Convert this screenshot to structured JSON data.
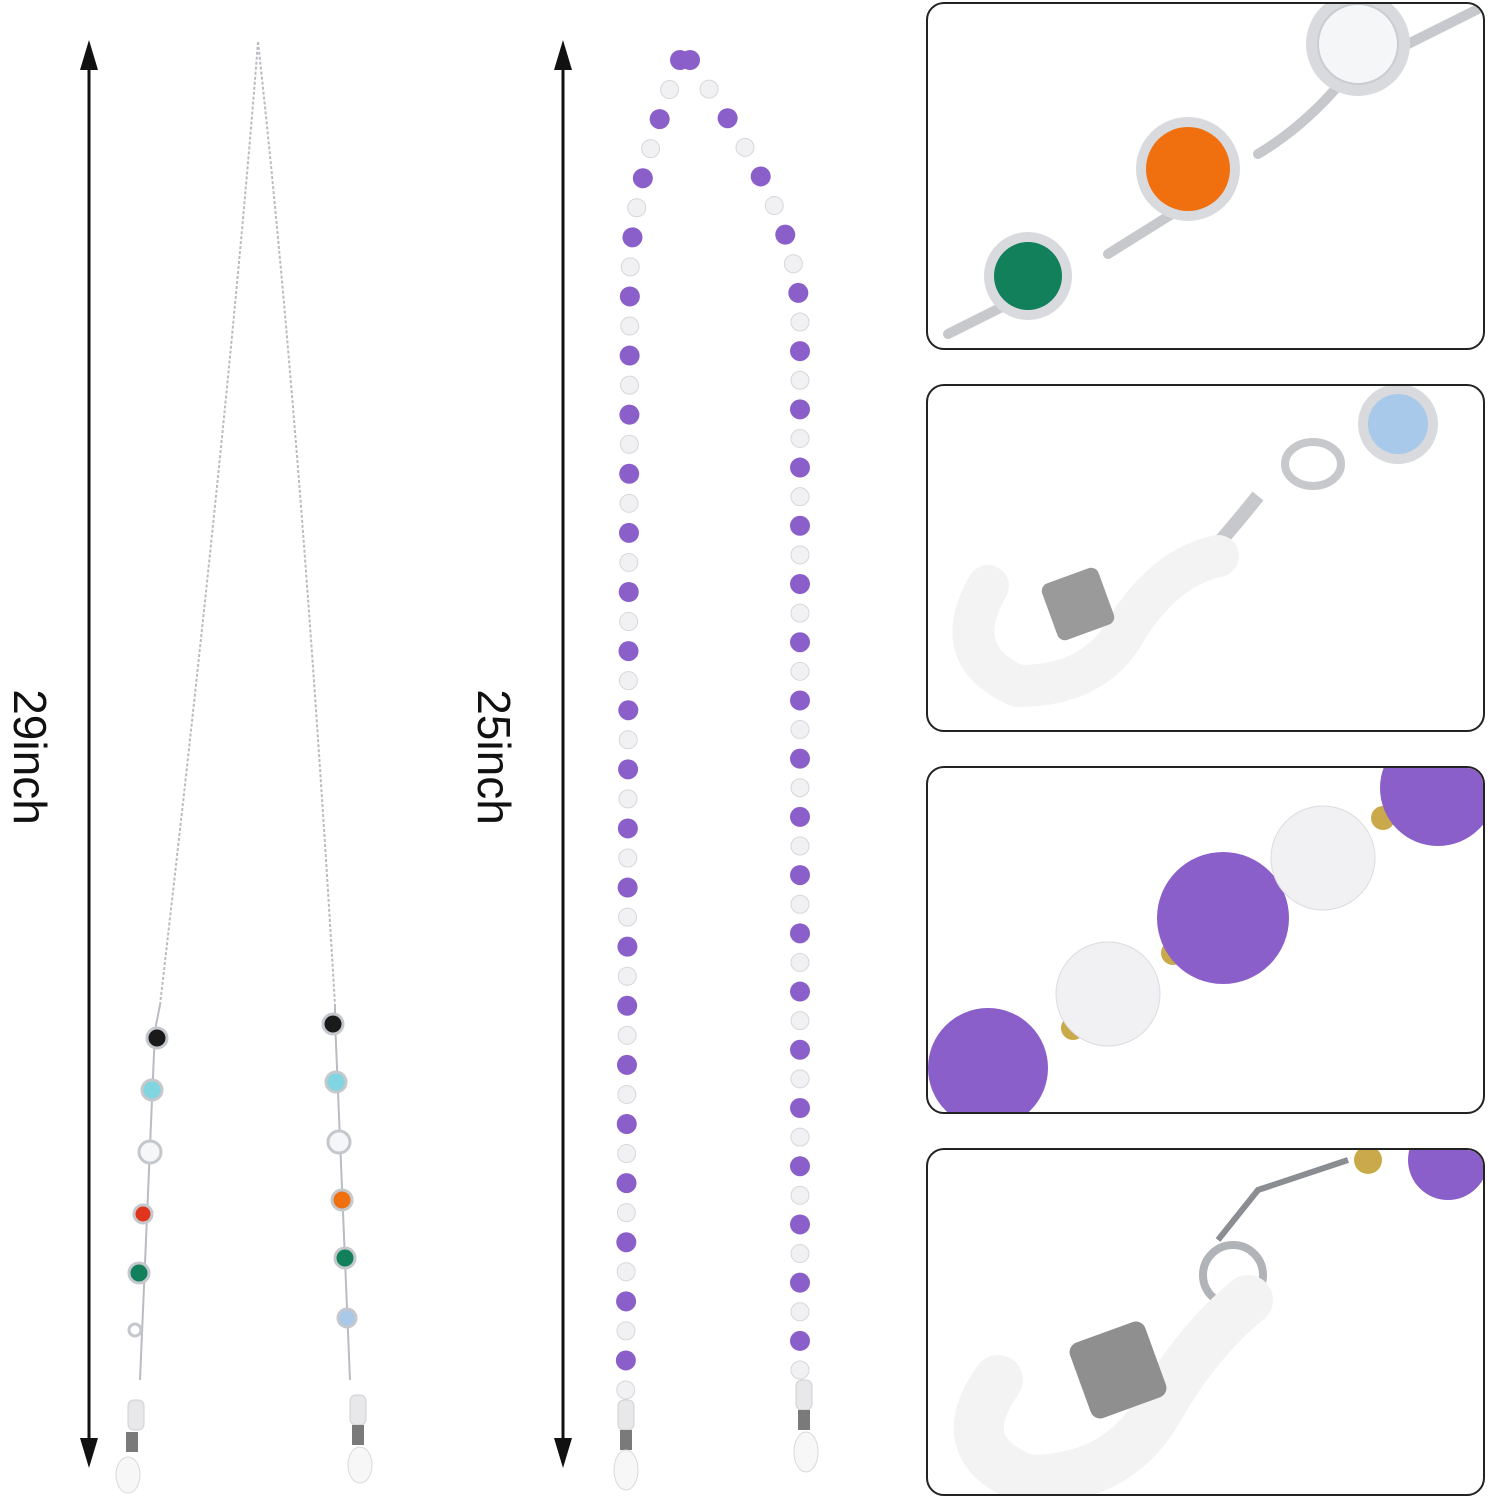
{
  "measurements": {
    "silver_chain_length": "29inch",
    "beaded_chain_length": "25inch"
  },
  "colors": {
    "background": "#ffffff",
    "chain_silver": "#b9bcc2",
    "bead_purple": "#8b5fc9",
    "bead_pearl": "#f1f0f2",
    "spacer_gold": "#c9a94a",
    "stone_black": "#1a1a1a",
    "stone_aqua": "#7fd6e0",
    "stone_clear": "#f4f6f8",
    "stone_red": "#e0341c",
    "stone_orange": "#f07010",
    "stone_green": "#12805a",
    "stone_light_blue": "#a9c9ea",
    "panel_border": "#222222"
  },
  "detail_panels": [
    {
      "subject": "colored-crystal-links-closeup"
    },
    {
      "subject": "lobster-clasp-and-rubber-loop-closeup"
    },
    {
      "subject": "purple-and-pearl-beads-closeup"
    },
    {
      "subject": "beaded-chain-end-rubber-loop-closeup"
    }
  ],
  "icons": {
    "arrow": "double-headed-vertical-arrow-icon"
  }
}
